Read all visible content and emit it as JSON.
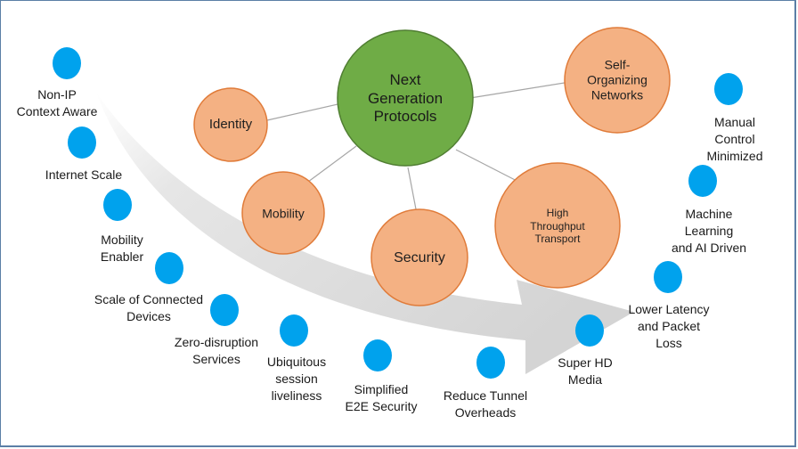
{
  "hub": {
    "label": "Next\nGeneration\nProtocols",
    "color": "#6fac46"
  },
  "nodes": {
    "identity": "Identity",
    "mobility": "Mobility",
    "security": "Security",
    "throughput": "High\nThroughput\nTransport",
    "self_organizing": "Self-\nOrganizing\nNetworks"
  },
  "benefits": {
    "non_ip": "Non-IP\nContext Aware",
    "internet_scale": "Internet Scale",
    "mobility_enabler": "Mobility\nEnabler",
    "connected_devices": "Scale of Connected\nDevices",
    "zero_disruption": "Zero-disruption\nServices",
    "session_liveliness": "Ubiquitous\nsession\nliveliness",
    "e2e_security": "Simplified\nE2E Security",
    "tunnel_overheads": "Reduce Tunnel\nOverheads",
    "super_hd": "Super HD\nMedia",
    "latency": "Lower Latency\nand Packet\nLoss",
    "ml_ai": "Machine Learning\nand AI Driven",
    "manual_control": "Manual Control\nMinimized"
  },
  "colors": {
    "node_fill": "#f4b183",
    "node_stroke": "#e07b39",
    "dot_fill": "#00a2ed",
    "arrow_fill": "#dcdcdc",
    "connector": "#a6a6a6",
    "frame": "#5b7fa6"
  }
}
